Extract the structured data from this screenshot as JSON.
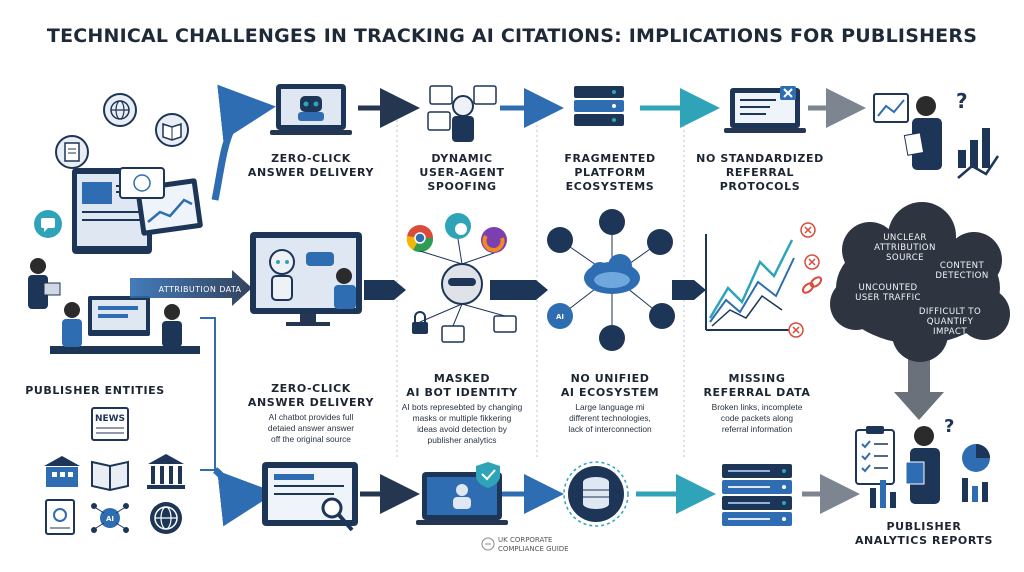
{
  "title": "TECHNICAL CHALLENGES IN TRACKING AI CITATIONS: IMPLICATIONS FOR PUBLISHERS",
  "publisher": {
    "label": "PUBLISHER ENTITIES",
    "news_icon": "NEWS",
    "ai_icon": "AI"
  },
  "attribution_arrow_label": "ATTRIBUTION DATA",
  "columns": {
    "zero_click": {
      "top_label_line1": "ZERO-CLICK",
      "top_label_line2": "ANSWER DELIVERY",
      "bottom_label_line1": "ZERO-CLICK",
      "bottom_label_line2": "ANSWER DELIVERY",
      "desc_line1": "AI chatbot provides full",
      "desc_line2": "detaied answer answer",
      "desc_line3": "off the original source"
    },
    "spoofing": {
      "top_label_line1": "DYNAMIC",
      "top_label_line2": "USER-AGENT",
      "top_label_line3": "SPOOFING",
      "bottom_label_line1": "MASKED",
      "bottom_label_line2": "AI BOT IDENTITY",
      "desc_line1": "AI bots represebted by changing",
      "desc_line2": "masks or multiple fikkering",
      "desc_line3": "ideas avoid detection by",
      "desc_line4": "publisher analytics"
    },
    "fragmented": {
      "top_label_line1": "FRAGMENTED",
      "top_label_line2": "PLATFORM",
      "top_label_line3": "ECOSYSTEMS",
      "bottom_label_line1": "NO UNIFIED",
      "bottom_label_line2": "AI ECOSYSTEM",
      "desc_line1": "Large language mi",
      "desc_line2": "different technologies,",
      "desc_line3": "lack of interconnection",
      "ai_icon": "AI"
    },
    "referral": {
      "top_label_line1": "NO STANDARDIZED",
      "top_label_line2": "REFERRAL",
      "top_label_line3": "PROTOCOLS",
      "bottom_label_line1": "MISSING",
      "bottom_label_line2": "REFERRAL DATA",
      "desc_line1": "Broken links, incomplete",
      "desc_line2": "code packets along",
      "desc_line3": "referral information"
    }
  },
  "cloud": {
    "line1": "UNCLEAR",
    "line2": "ATTRIBUTION",
    "line3": "SOURCE",
    "line4": "CONTENT",
    "line5": "DETECTION",
    "line6": "UNCOUNTED",
    "line7": "USER TRAFFIC",
    "line8": "DIFFICULT TO",
    "line9": "QUANTIFY",
    "line10": "IMPACT"
  },
  "reports": {
    "label_line1": "PUBLISHER",
    "label_line2": "ANALYTICS REPORTS"
  },
  "watermark": {
    "line1": "UK CORPORATE",
    "line2": "COMPLIANCE GUIDE"
  },
  "colors": {
    "navy": "#1d3557",
    "blue": "#2f6db3",
    "teal": "#2fa4b8",
    "arrow_dark": "#243650",
    "arrow_gray": "#7d8590",
    "cloud": "#2e3440",
    "red": "#d94b3b"
  }
}
